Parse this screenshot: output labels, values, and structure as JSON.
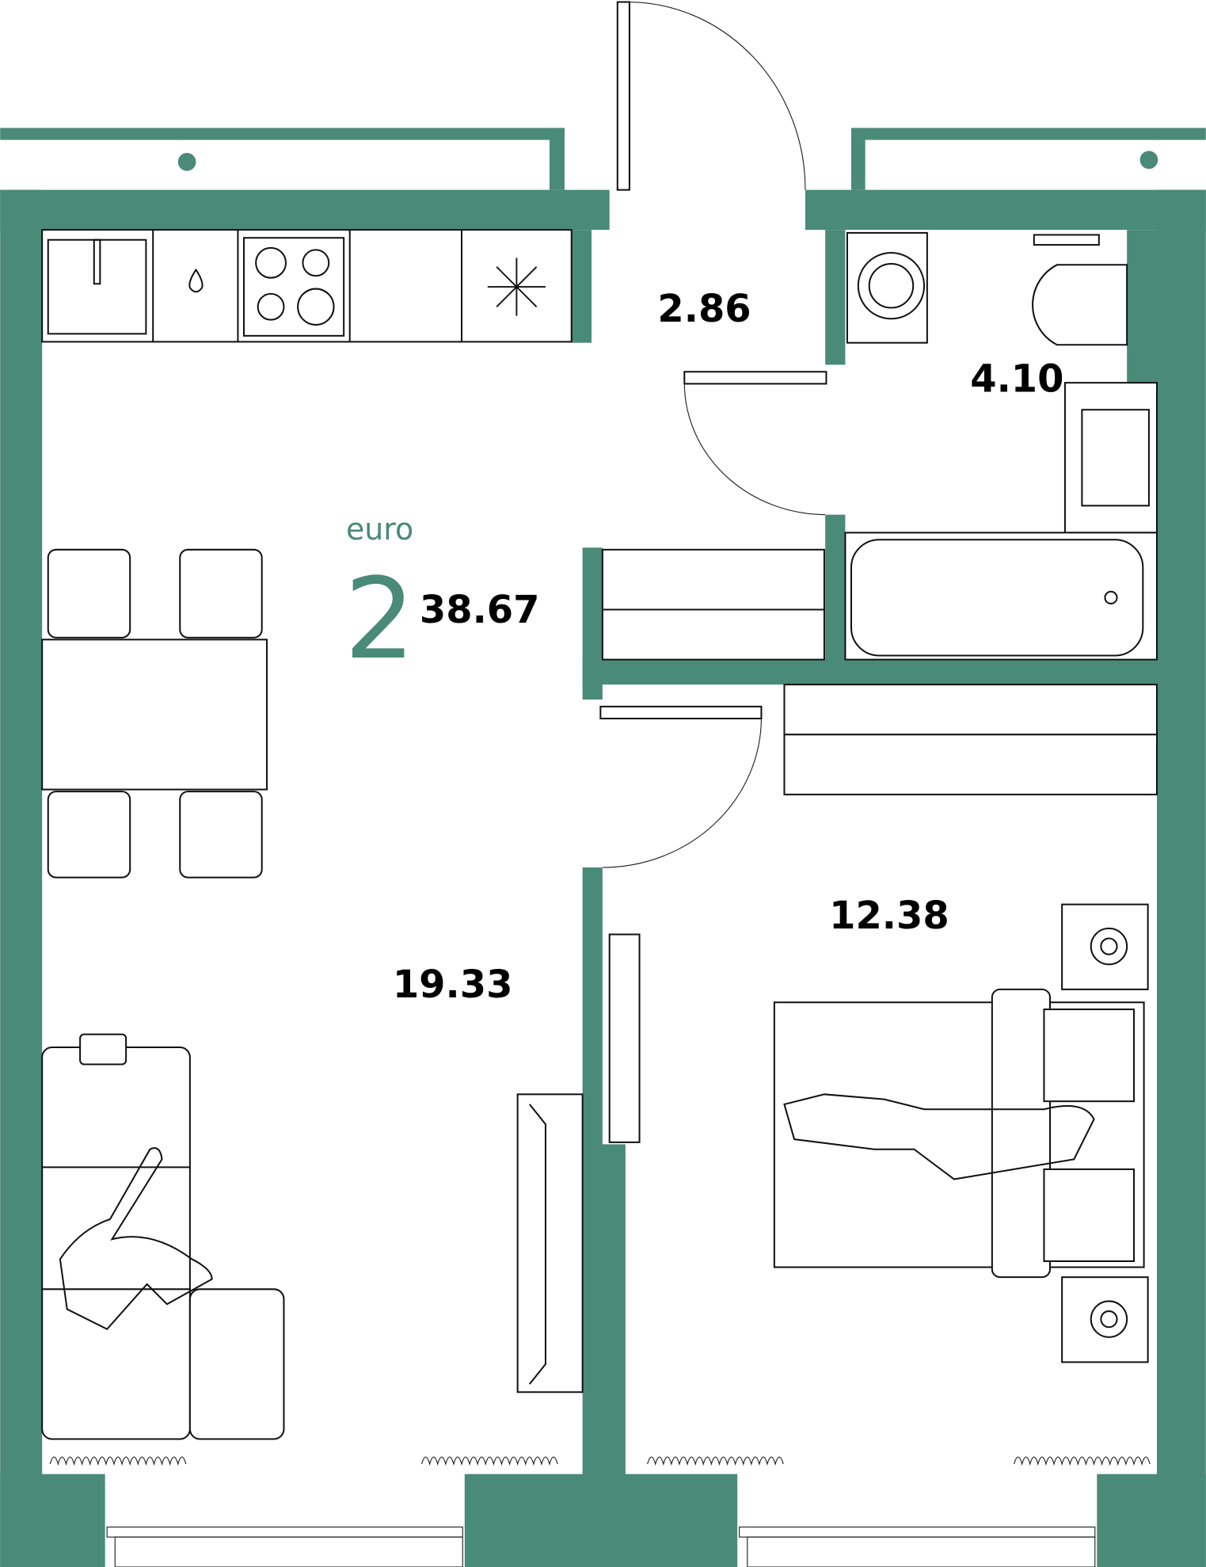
{
  "plan": {
    "type_label": "euro",
    "rooms_count": "2",
    "total_area": "38.67",
    "rooms": [
      {
        "name": "hall",
        "area": "2.86"
      },
      {
        "name": "bathroom",
        "area": "4.10"
      },
      {
        "name": "living-kitchen",
        "area": "19.33"
      },
      {
        "name": "bedroom",
        "area": "12.38"
      }
    ],
    "wall_color": "#4a8a78"
  }
}
